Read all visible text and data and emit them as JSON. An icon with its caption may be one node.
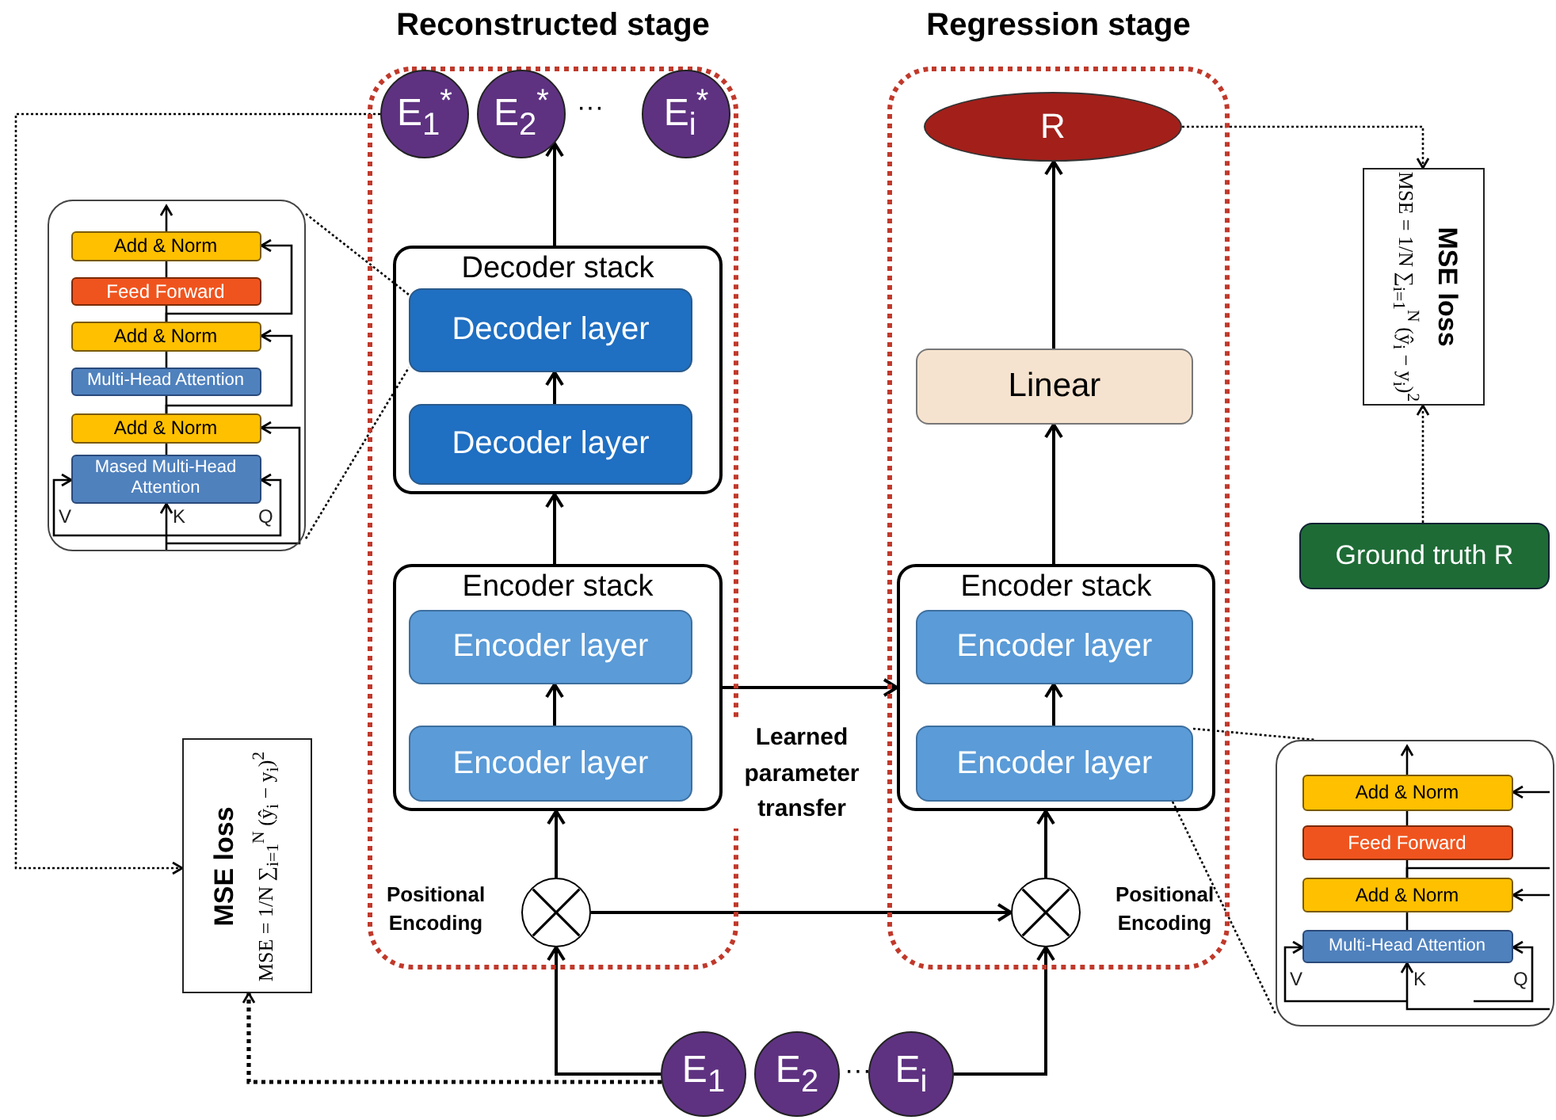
{
  "diagram": {
    "nodes": [
      {
        "text": [
          "Reconstructed stage"
        ]
      },
      {
        "text": [
          "E$_{1}$$^{*}$"
        ],
        "in": 0
      },
      {
        "text": [
          "E$_{2}$$^{*}$"
        ],
        "in": 0
      },
      {
        "text": [
          "E$_{i}$$^{*}$"
        ],
        "in": 0
      },
      {
        "text": [
          "Decoder stack"
        ],
        "in": 0
      },
      {
        "text": [
          "Decoder layer"
        ],
        "in": 4
      },
      {
        "text": [
          "Decoder layer"
        ],
        "in": 4
      },
      {
        "text": [
          "Encoder stack"
        ],
        "in": 0
      },
      {
        "text": [
          "Encoder layer"
        ],
        "in": 7
      },
      {
        "text": [
          "Encoder layer"
        ],
        "in": 7
      },
      {
        "text": [],
        "shape": "circle",
        "in": 0,
        "beside": [
          "Positional Encoding"
        ]
      },
      {
        "text": [
          "Regression stage"
        ]
      },
      {
        "text": [
          "R"
        ],
        "in": 11
      },
      {
        "text": [
          "Linear"
        ],
        "in": 11
      },
      {
        "text": [
          "Encoder stack"
        ],
        "in": 11
      },
      {
        "text": [
          "Encoder layer"
        ],
        "in": 14
      },
      {
        "text": [
          "Encoder layer"
        ],
        "in": 14
      },
      {
        "text": [],
        "shape": "circle",
        "in": 11,
        "beside": [
          "Positional Encoding"
        ]
      },
      {
        "text": [
          "MSE loss",
          "MSE = 1/N ∑$_{i=1}$$^{N}$ (ŷ$_{i}$ − y$_{i}$)$^{2}$"
        ]
      },
      {
        "text": [
          "Ground truth R"
        ]
      },
      {
        "text": [
          "MSE loss",
          "MSE = 1/N ∑$_{i=1}$$^{N}$ (ŷ$_{i}$ − y$_{i}$)$^{2}$"
        ]
      },
      {
        "text": [
          "E$_{1}$"
        ]
      },
      {
        "text": [
          "E$_{2}$"
        ]
      },
      {
        "text": [
          "E$_{i}$"
        ]
      },
      {
        "text": [],
        "shape": "box"
      },
      {
        "text": [
          "Add & Norm"
        ],
        "in": 24
      },
      {
        "text": [
          "Feed Forward"
        ],
        "in": 24
      },
      {
        "text": [
          "Add & Norm"
        ],
        "in": 24
      },
      {
        "text": [
          "Multi-Head Attention"
        ],
        "in": 24
      },
      {
        "text": [
          "Add & Norm"
        ],
        "in": 24
      },
      {
        "text": [
          "Mased Multi-Head Attention"
        ],
        "in": 24
      },
      {
        "text": [],
        "shape": "box"
      },
      {
        "text": [
          "Add & Norm"
        ],
        "in": 31
      },
      {
        "text": [
          "Feed Forward"
        ],
        "in": 31
      },
      {
        "text": [
          "Add & Norm"
        ],
        "in": 31
      },
      {
        "text": [
          "Multi-Head Attention"
        ],
        "in": 31
      }
    ],
    "edges": [
      {
        "from": 4,
        "to": 2,
        "arrow": "to"
      },
      {
        "from": 6,
        "to": 5,
        "arrow": "to"
      },
      {
        "from": 7,
        "to": 4,
        "arrow": "to"
      },
      {
        "from": 9,
        "to": 8,
        "arrow": "to"
      },
      {
        "from": 10,
        "to": 7,
        "arrow": "to"
      },
      {
        "from": 21,
        "to": 10,
        "arrow": "to"
      },
      {
        "from": 23,
        "to": 17,
        "arrow": "to"
      },
      {
        "from": 10,
        "to": 17,
        "arrow": "to"
      },
      {
        "from": 7,
        "to": 14,
        "arrow": "to",
        "label": "Learned parameter transfer"
      },
      {
        "from": 17,
        "to": 14,
        "arrow": "to"
      },
      {
        "from": 16,
        "to": 15,
        "arrow": "to"
      },
      {
        "from": 14,
        "to": 13,
        "arrow": "to"
      },
      {
        "from": 13,
        "to": 12,
        "arrow": "to"
      },
      {
        "from": 12,
        "to": 18,
        "arrow": "to",
        "style": "dashed"
      },
      {
        "from": 19,
        "to": 18,
        "arrow": "to",
        "style": "dashed"
      },
      {
        "from": 1,
        "to": 20,
        "arrow": "to",
        "style": "dashed"
      },
      {
        "from": 21,
        "to": 20,
        "arrow": "to",
        "style": "dashed"
      },
      {
        "from": 24,
        "to": 5,
        "arrow": "none",
        "style": "dashed"
      },
      {
        "from": 24,
        "to": 5,
        "arrow": "none",
        "style": "dashed"
      },
      {
        "from": 16,
        "to": 31,
        "arrow": "none",
        "style": "dashed"
      },
      {
        "from": 16,
        "to": 31,
        "arrow": "none",
        "style": "dashed"
      },
      {
        "from": 30,
        "to": 29,
        "arrow": "none"
      },
      {
        "from": 29,
        "to": 28,
        "arrow": "none"
      },
      {
        "from": 28,
        "to": 27,
        "arrow": "none"
      },
      {
        "from": 27,
        "to": 26,
        "arrow": "none"
      },
      {
        "from": 26,
        "to": 25,
        "arrow": "none"
      },
      {
        "from": 25,
        "to": null,
        "arrow": "to"
      },
      {
        "from": null,
        "to": 30,
        "arrow": "to"
      },
      {
        "from": null,
        "to": 30,
        "arrow": "to"
      },
      {
        "from": null,
        "to": 30,
        "arrow": "to"
      },
      {
        "from": null,
        "to": 29,
        "arrow": "to"
      },
      {
        "from": 29,
        "to": 27,
        "arrow": "to"
      },
      {
        "from": 27,
        "to": 25,
        "arrow": "to"
      },
      {
        "from": 35,
        "to": 34,
        "arrow": "none"
      },
      {
        "from": 34,
        "to": 33,
        "arrow": "none"
      },
      {
        "from": 33,
        "to": 32,
        "arrow": "none"
      },
      {
        "from": 32,
        "to": null,
        "arrow": "to"
      },
      {
        "from": null,
        "to": 35,
        "arrow": "to"
      },
      {
        "from": null,
        "to": 35,
        "arrow": "to"
      },
      {
        "from": null,
        "to": 35,
        "arrow": "to"
      },
      {
        "from": null,
        "to": 34,
        "arrow": "to"
      },
      {
        "from": null,
        "to": 32,
        "arrow": "to"
      },
      {
        "from": 34,
        "to": null,
        "arrow": "none"
      }
    ],
    "labels": [
      "···",
      "V",
      "K",
      "Q",
      "V",
      "K",
      "Q",
      "···"
    ]
  }
}
